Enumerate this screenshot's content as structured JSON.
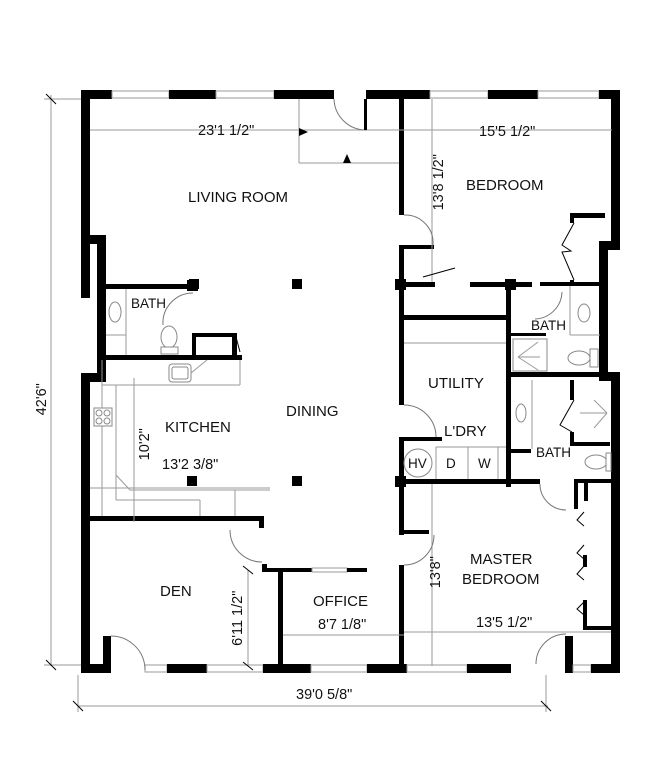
{
  "plan": {
    "overall": {
      "width_label": "39'0 5/8\"",
      "height_label": "42'6\""
    },
    "rooms": {
      "living_room": {
        "name": "LIVING ROOM",
        "dimension": "23'1 1/2\""
      },
      "bedroom": {
        "name": "BEDROOM",
        "width": "15'5 1/2\"",
        "depth": "13'8 1/2\""
      },
      "bath_left": {
        "name": "BATH"
      },
      "bath_upper_right": {
        "name": "BATH"
      },
      "bath_lower_right": {
        "name": "BATH"
      },
      "kitchen": {
        "name": "KITCHEN",
        "width": "13'2 3/8\"",
        "depth": "10'2\""
      },
      "dining": {
        "name": "DINING"
      },
      "utility": {
        "name": "UTILITY"
      },
      "laundry": {
        "name": "L'DRY",
        "appliances": [
          "HV",
          "D",
          "W"
        ]
      },
      "den": {
        "name": "DEN",
        "depth": "6'11 1/2\""
      },
      "office": {
        "name": "OFFICE",
        "width": "8'7 1/8\""
      },
      "master_bedroom": {
        "name_line1": "MASTER",
        "name_line2": "BEDROOM",
        "width": "13'5 1/2\"",
        "depth": "13'8\""
      }
    },
    "colors": {
      "wall": "#000000",
      "line": "#9a9a9a",
      "background": "#ffffff"
    }
  }
}
